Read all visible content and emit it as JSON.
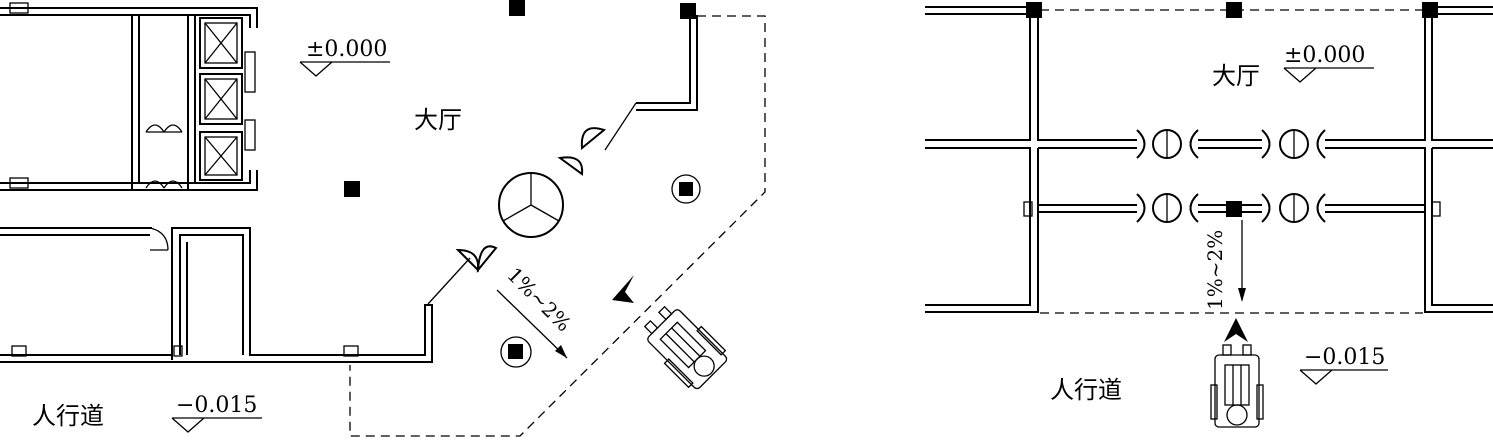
{
  "left_plan": {
    "lobby_label": "大厅",
    "lobby_elevation": "±0.000",
    "sidewalk_label": "人行道",
    "sidewalk_elevation": "−0.015",
    "slope_label": "1%~2%"
  },
  "right_plan": {
    "lobby_label": "大厅",
    "lobby_elevation": "±0.000",
    "sidewalk_label": "人行道",
    "sidewalk_elevation": "−0.015",
    "slope_label": "1%~2%"
  },
  "icons": [
    "wheelchair-user-icon",
    "direction-arrow-icon",
    "revolving-door-icon",
    "swing-door-icon",
    "elevator-icon",
    "structural-column-icon"
  ]
}
